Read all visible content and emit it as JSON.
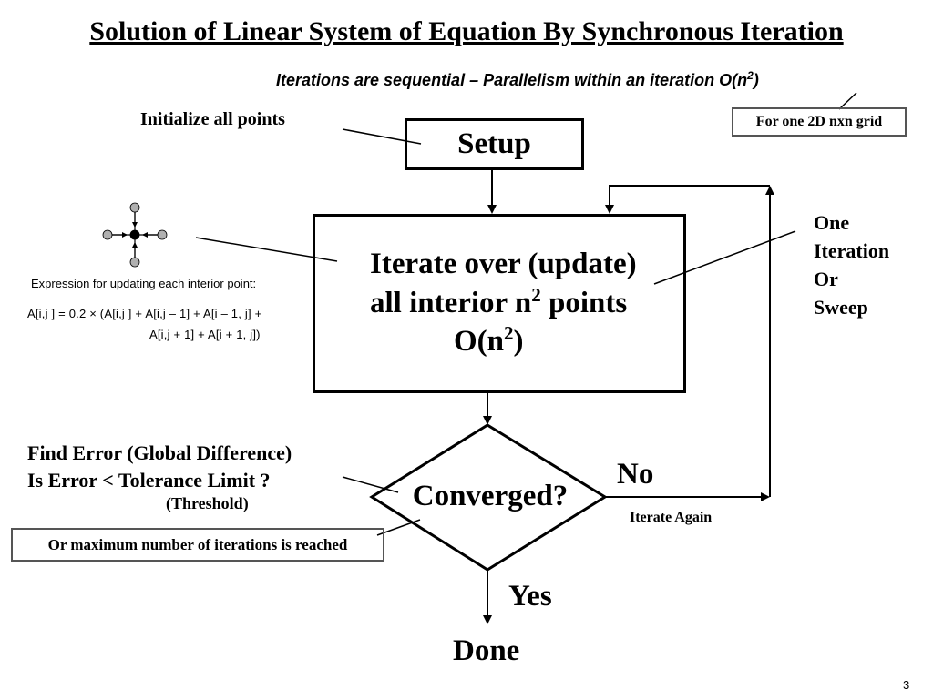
{
  "title": "Solution of Linear System of Equation By Synchronous Iteration",
  "subtitle": {
    "text": "Iterations are sequential – Parallelism within an iteration O(n",
    "sup": "2",
    "close": ")"
  },
  "labels": {
    "initialize": "Initialize all points",
    "grid_note": "For one 2D nxn grid",
    "sweep": [
      "One",
      "Iteration",
      "Or",
      "Sweep"
    ],
    "find_error": "Find Error (Global Difference)",
    "tolerance": "Is Error < Tolerance Limit ?",
    "threshold": "(Threshold)",
    "max_iter": "Or maximum number of iterations is reached",
    "no": "No",
    "iterate_again": "Iterate Again",
    "yes": "Yes",
    "done": "Done",
    "page_number": "3"
  },
  "boxes": {
    "setup": "Setup",
    "iterate": {
      "line1": "Iterate over (update)",
      "line2_a": "all interior n",
      "line2_sup": "2",
      "line2_b": " points",
      "line3_a": "O(n",
      "line3_sup": "2",
      "line3_b": ")"
    },
    "converged": "Converged?"
  },
  "expression": {
    "caption": "Expression for updating each interior point:",
    "line1": "A[i,j ] = 0.2 × (A[i,j ] + A[i,j – 1] + A[i – 1, j] +",
    "line2": "A[i,j + 1] + A[i + 1, j])"
  },
  "colors": {
    "stencil_center": "#000000",
    "stencil_neighbor": "#b0b0b0",
    "box_border": "#000000",
    "note_border": "#555555"
  }
}
